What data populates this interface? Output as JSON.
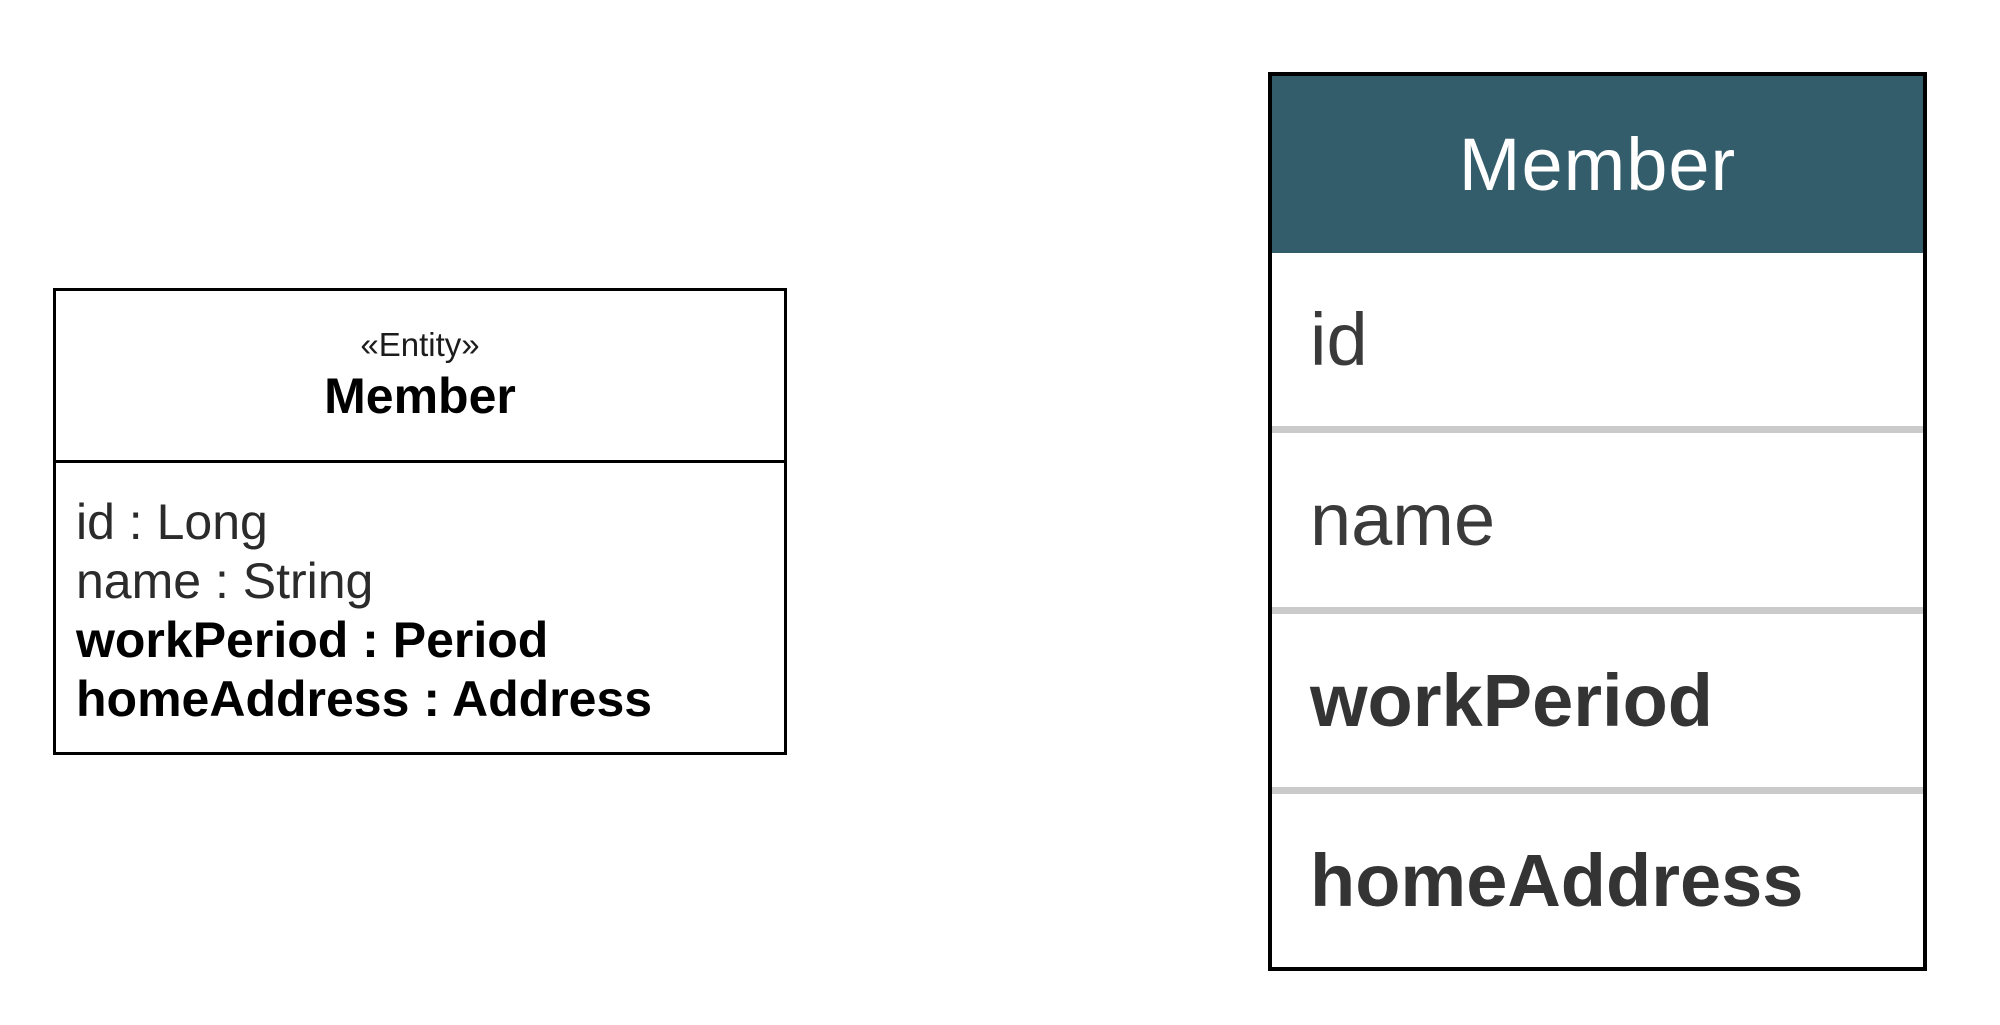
{
  "uml_class": {
    "stereotype": "«Entity»",
    "name": "Member",
    "attributes": [
      {
        "text": "id : Long",
        "bold": false
      },
      {
        "text": "name : String",
        "bold": false
      },
      {
        "text": "workPeriod : Period",
        "bold": true
      },
      {
        "text": "homeAddress : Address",
        "bold": true
      }
    ]
  },
  "db_table": {
    "name": "Member",
    "header_bg_color": "#335d6b",
    "header_text_color": "#ffffff",
    "row_divider_color": "#cacaca",
    "row_text_color": "#3a3a3a",
    "rows": [
      {
        "label": "id",
        "bold": false
      },
      {
        "label": "name",
        "bold": false
      },
      {
        "label": "workPeriod",
        "bold": true
      },
      {
        "label": "homeAddress",
        "bold": true
      }
    ]
  }
}
